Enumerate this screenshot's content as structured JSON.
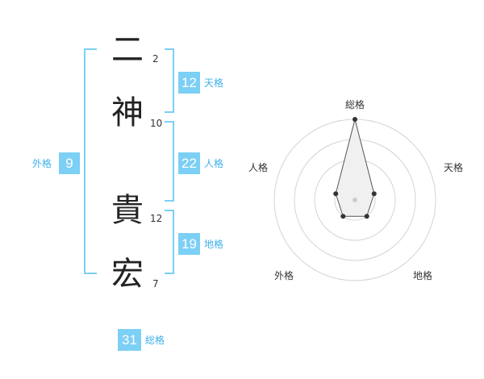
{
  "name": {
    "characters": [
      {
        "char": "二",
        "strokes": "2"
      },
      {
        "char": "神",
        "strokes": "10"
      },
      {
        "char": "貴",
        "strokes": "12"
      },
      {
        "char": "宏",
        "strokes": "7"
      }
    ]
  },
  "fortune": {
    "tenkaku": {
      "label": "天格",
      "value": "12"
    },
    "jinkaku": {
      "label": "人格",
      "value": "22"
    },
    "chikaku": {
      "label": "地格",
      "value": "19"
    },
    "gaikaku": {
      "label": "外格",
      "value": "9"
    },
    "soukaku": {
      "label": "総格",
      "value": "31"
    }
  },
  "chart_data": {
    "type": "radar",
    "axes": [
      "総格",
      "天格",
      "地格",
      "外格",
      "人格"
    ],
    "values": [
      4,
      1,
      1,
      1,
      1
    ],
    "range": [
      0,
      4
    ],
    "rings": 4,
    "colors": {
      "fill": "#f0f0f0",
      "stroke": "#555555",
      "grid": "#d4d4d4",
      "point": "#333333"
    }
  },
  "colors": {
    "accent": "#7ccff5",
    "label": "#3fb0ea"
  }
}
